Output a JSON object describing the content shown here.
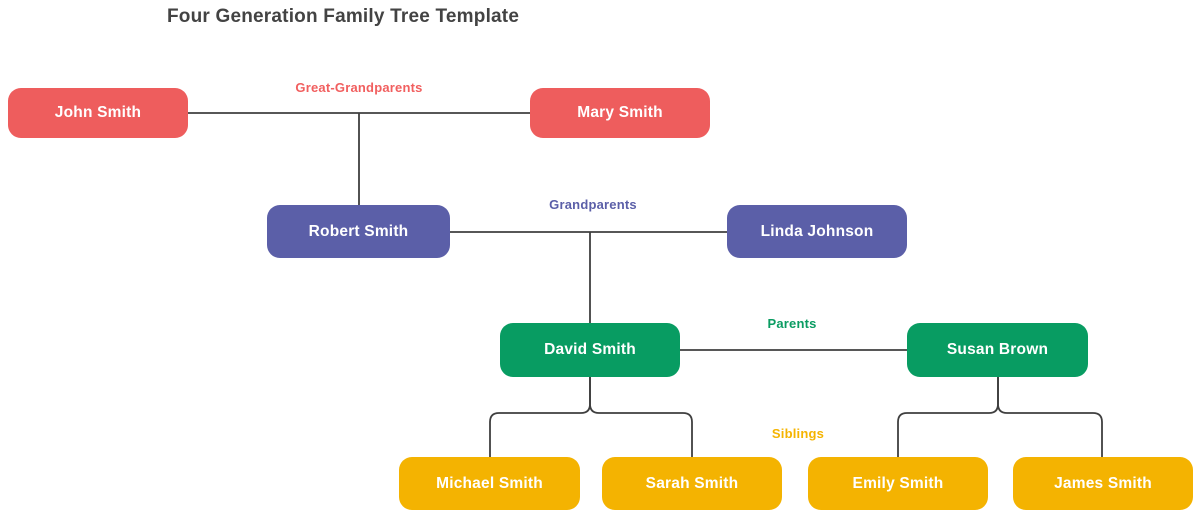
{
  "title": "Four Generation Family Tree Template",
  "colors": {
    "great_grandparents": "#EE5D5D",
    "grandparents": "#5B5FA8",
    "parents": "#089C62",
    "siblings": "#F4B301",
    "connector_line": "#3F3F3F",
    "title_text": "#434343",
    "node_text": "#FFFFFF",
    "background": "#FFFFFF"
  },
  "generations": [
    {
      "label": "Great-Grandparents",
      "members": [
        "John Smith",
        "Mary Smith"
      ]
    },
    {
      "label": "Grandparents",
      "members": [
        "Robert Smith",
        "Linda Johnson"
      ]
    },
    {
      "label": "Parents",
      "members": [
        "David Smith",
        "Susan Brown"
      ]
    },
    {
      "label": "Siblings",
      "members": [
        "Michael Smith",
        "Sarah Smith",
        "Emily Smith",
        "James Smith"
      ]
    }
  ]
}
